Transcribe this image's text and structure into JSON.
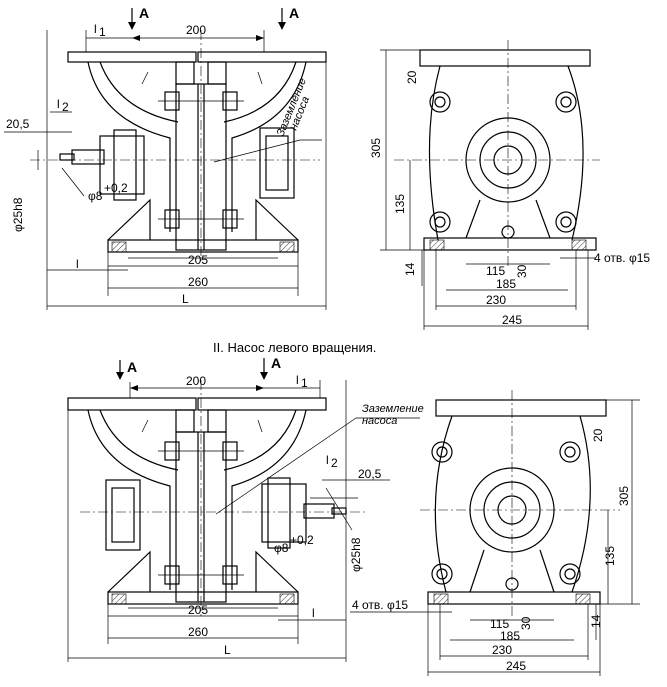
{
  "caption_left_rotation": "II. Насос левого вращения.",
  "grounding_note_line1": "Заземление",
  "grounding_note_line2": "насоса",
  "section_mark": "А",
  "dims": {
    "d200": "200",
    "d205": "205",
    "d260": "260",
    "dL": "L",
    "dl": "l",
    "dl1": "l",
    "dl1_sub": "1",
    "dl2": "l",
    "dl2_sub": "2",
    "d20_5": "20,5",
    "d25h8": "φ25h8",
    "d8": "φ8",
    "d8_tol": "+0,2",
    "d305": "305",
    "d135": "135",
    "d20": "20",
    "d14": "14",
    "d115": "115",
    "d30": "30",
    "d185": "185",
    "d230": "230",
    "d245": "245",
    "holes": "4 отв. φ15"
  }
}
